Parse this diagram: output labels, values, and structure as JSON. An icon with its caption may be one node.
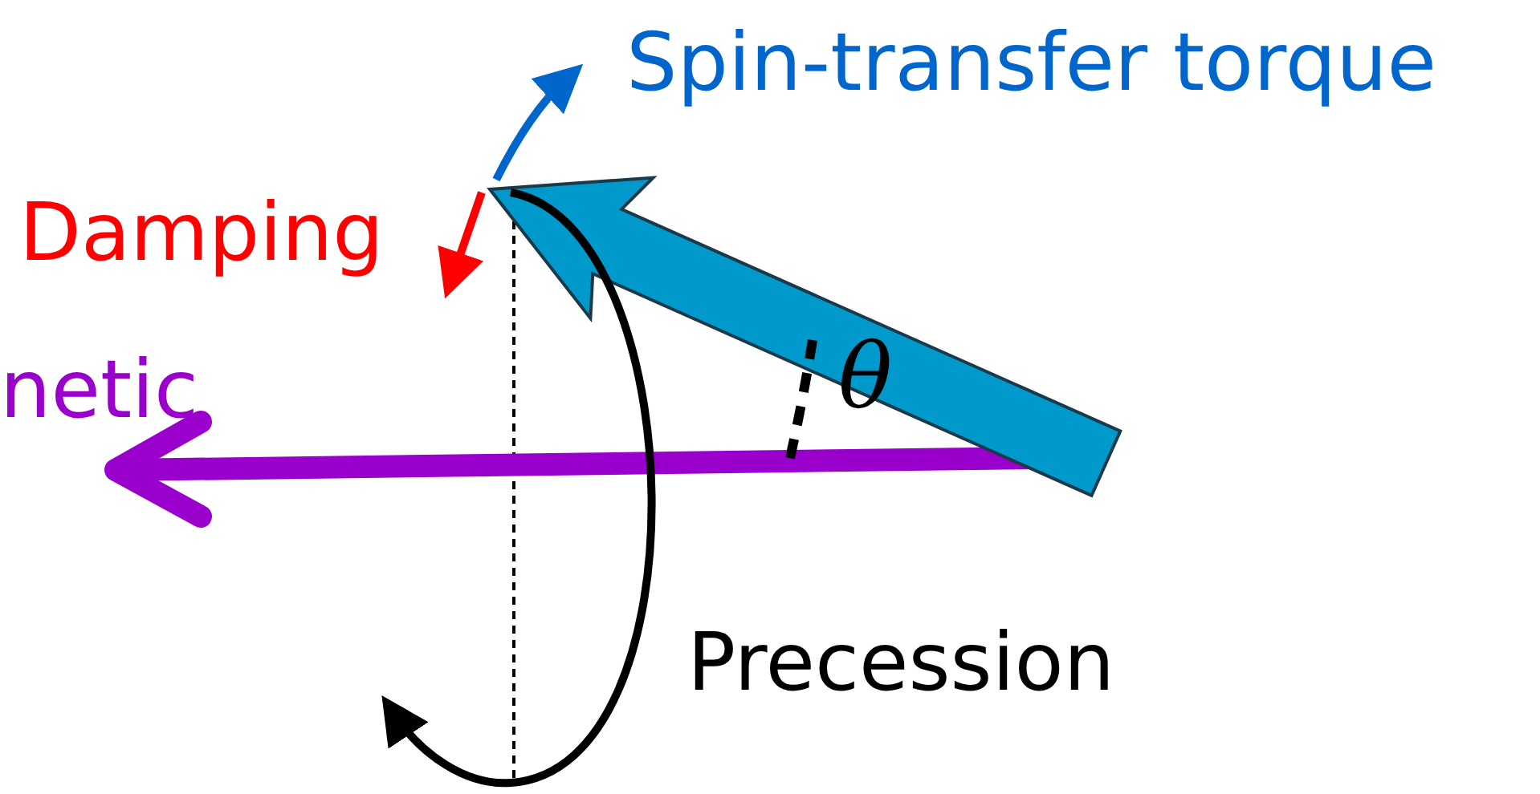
{
  "diagram": {
    "labels": [
      "Spin-transfer torque",
      "Damping",
      "netic",
      "θ",
      "Precession"
    ]
  }
}
